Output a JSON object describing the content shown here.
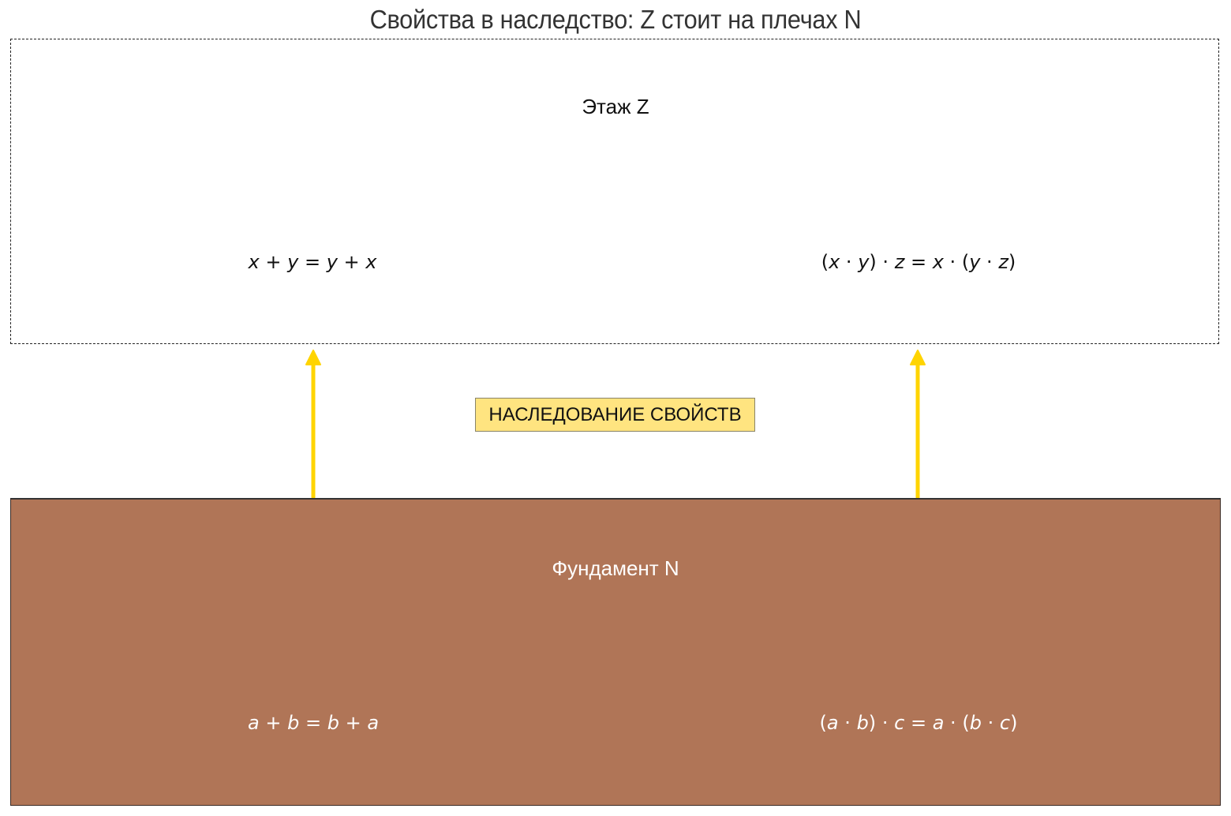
{
  "title": "Свойства в наследство: Z стоит на плечах N",
  "floor": {
    "label": "Этаж Z",
    "formulas": [
      {
        "id": "commutativity",
        "text": "x + y = y + x"
      },
      {
        "id": "associativity",
        "text": "(x · y) · z = x · (y · z)"
      }
    ]
  },
  "foundation": {
    "label": "Фундамент N",
    "formulas": [
      {
        "id": "commutativity",
        "text": "a + b = b + a"
      },
      {
        "id": "associativity",
        "text": "(a · b) · c = a · (b · c)"
      }
    ]
  },
  "inheritance_badge": "НАСЛЕДОВАНИЕ СВОЙСТВ",
  "arrows": [
    {
      "from": "foundation.formulas.0",
      "to": "floor.formulas.0",
      "direction": "up"
    },
    {
      "from": "foundation.formulas.1",
      "to": "floor.formulas.1",
      "direction": "up"
    }
  ],
  "colors": {
    "foundation_fill": "#b07557",
    "badge_fill": "#ffe480",
    "arrow": "#ffd400",
    "floor_border": "#222222"
  }
}
